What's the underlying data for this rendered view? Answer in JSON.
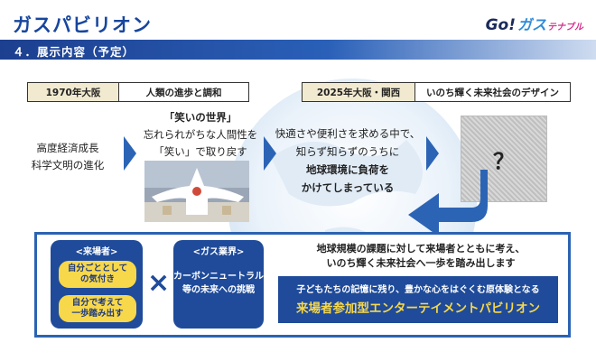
{
  "header": {
    "title": "ガスパビリオン",
    "section": "４．展示内容（予定）",
    "logo": {
      "go": "Go!",
      "gasu": "ガス",
      "tenable": "テナブル"
    }
  },
  "left": {
    "label_year": "1970年大阪",
    "label_theme": "人類の進歩と調和",
    "growth_line1": "高度経済成長",
    "growth_line2": "科学文明の進化",
    "laughter_title": "「笑いの世界」",
    "laughter_line1": "忘れられがちな人間性を",
    "laughter_line2": "「笑い」で取り戻す"
  },
  "right": {
    "label_year": "2025年大阪・関西",
    "label_theme": "いのち輝く未来社会のデザイン",
    "conv_line1": "快適さや便利さを求める中で、",
    "conv_line2": "知らず知らずのうちに",
    "conv_line3": "地球環境に負荷を",
    "conv_line4": "かけてしまっている",
    "question": "？"
  },
  "bottom": {
    "visitor_head": "<来場者>",
    "visitor_pill1_l1": "自分ごととして",
    "visitor_pill1_l2": "の気付き",
    "visitor_pill2_l1": "自分で考えて",
    "visitor_pill2_l2": "一歩踏み出す",
    "times": "×",
    "gas_head": "<ガス業界>",
    "gas_l1": "カーボンニュートラル",
    "gas_l2": "等の未来への挑戦",
    "msg_l1": "地球規模の課題に対して来場者とともに考え、",
    "msg_l2": "いのち輝く未来社会へ一歩を踏み出します",
    "banner_l1": "子どもたちの記憶に残り、豊かな心をはぐくむ原体験となる",
    "banner_l2": "来場者参加型エンターテイメントパビリオン"
  },
  "colors": {
    "primary": "#1f4b9a",
    "accent_yellow": "#f7d84b",
    "label_fill": "#f2ead0"
  }
}
